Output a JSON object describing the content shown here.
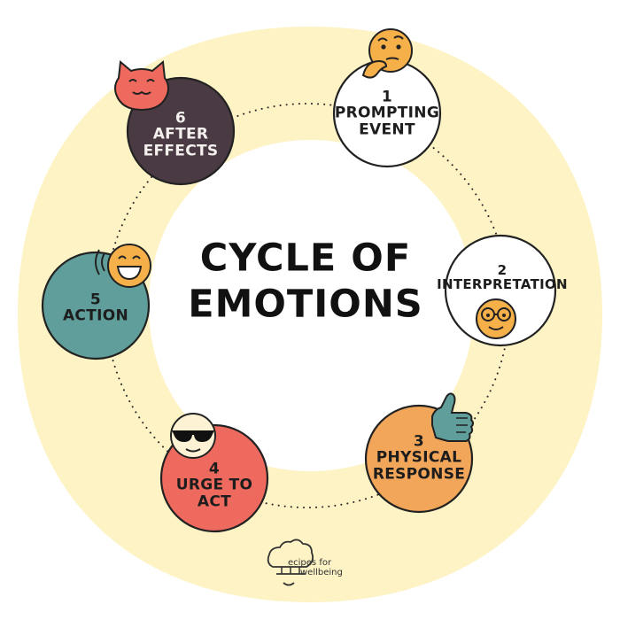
{
  "title": [
    "CYCLE OF",
    "EMOTIONS"
  ],
  "nodes": [
    {
      "number": "1",
      "label": [
        "PROMPTING",
        "EVENT"
      ],
      "color": "#ffffff",
      "icon": "thinking-face-icon"
    },
    {
      "number": "2",
      "label": [
        "INTERPRETATION"
      ],
      "color": "#ffffff",
      "icon": "glasses-face-icon"
    },
    {
      "number": "3",
      "label": [
        "PHYSICAL",
        "RESPONSE"
      ],
      "color": "#f2a65a",
      "icon": "thumbs-up-icon"
    },
    {
      "number": "4",
      "label": [
        "URGE TO",
        "ACT"
      ],
      "color": "#ef6a5e",
      "icon": "sunglasses-face-icon"
    },
    {
      "number": "5",
      "label": [
        "ACTION"
      ],
      "color": "#5f9e9a",
      "icon": "grinning-face-icon"
    },
    {
      "number": "6",
      "label": [
        "AFTER",
        "EFFECTS"
      ],
      "color": "#4a3a43",
      "icon": "devil-cat-icon"
    }
  ],
  "logo": {
    "line1": "ecipes for",
    "line2": "wellbeing",
    "icon": "chef-hat-icon"
  },
  "colors": {
    "ring": "#fdf3c4",
    "emoji": "#f5b04a",
    "thumb": "#5f9e9a",
    "devil": "#ef6a5e"
  }
}
